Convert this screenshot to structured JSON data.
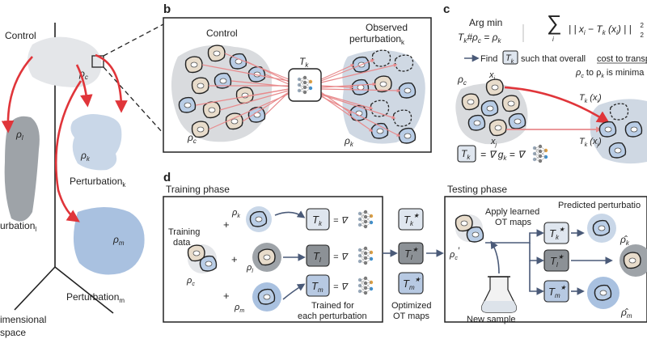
{
  "panel_a": {
    "control_label": "Control",
    "rho_c": "ρ",
    "rho_c_sub": "c",
    "rho_l": "ρ",
    "rho_l_sub": "l",
    "rho_k": "ρ",
    "rho_k_sub": "k",
    "rho_m": "ρ",
    "rho_m_sub": "m",
    "perturbation_k": "Perturbation",
    "perturbation_k_sub": "k",
    "perturbation_l": "urbation",
    "perturbation_l_sub": "l",
    "perturbation_m": "Perturbation",
    "perturbation_m_sub": "m",
    "dimensional": "imensional",
    "space": "space"
  },
  "panel_b": {
    "letter": "b",
    "control_label": "Control",
    "observed": "Observed",
    "perturbation": "perturbation",
    "perturbation_sub": "k",
    "tk": "T",
    "tk_sub": "k",
    "rho_c": "ρ",
    "rho_c_sub": "c",
    "rho_k": "ρ",
    "rho_k_sub": "k"
  },
  "panel_c": {
    "letter": "c",
    "argmin": "Arg min",
    "constraint": "T",
    "constraint_sub": "k",
    "constraint_rest": "#ρ",
    "constraint_rest_sub": "c",
    "constraint_eq": " = ρ",
    "constraint_eq_sub": "k",
    "sum": "∑",
    "sum_index": "i",
    "norm": "| | x",
    "norm_i": "i",
    "norm_minus": " − T",
    "norm_k": "k",
    "norm_x": " (x",
    "norm_close": ") | |",
    "power": "2",
    "power_sub": "2",
    "find": "Find",
    "find_t": "T",
    "find_t_sub": "k",
    "such_that": "such that overall",
    "cost": "cost to transpo",
    "line2": "ρ",
    "line2_sub1": "c",
    "line2_mid": " to ρ",
    "line2_sub2": "k",
    "line2_end": " is minima",
    "rho_c": "ρ",
    "rho_c_sub": "c",
    "xi": "x",
    "xi_sub": "i",
    "xj": "x",
    "xj_sub": "j",
    "tk_xi": "T",
    "tk_xi_k": "k",
    "tk_xi_arg": " (x",
    "tk_xi_i": "i",
    "tk_xi_close": ")",
    "tk_xj": "T",
    "tk_xj_k": "k",
    "tk_xj_arg": " (x",
    "tk_xj_j": "j",
    "tk_xj_close": ")",
    "box_t": "T",
    "box_t_sub": "k",
    "grad_eq": "= ∇ g",
    "grad_sub": "k",
    "grad_eq2": " = ∇"
  },
  "panel_d": {
    "letter": "d",
    "training_phase": "Training phase",
    "testing_phase": "Testing phase",
    "training_data_1": "Training",
    "training_data_2": "data",
    "rho_c": "ρ",
    "rho_c_sub": "c",
    "plus": "+",
    "rho_k": "ρ",
    "rho_k_sub": "k",
    "rho_l": "ρ",
    "rho_l_sub": "l",
    "rho_m": "ρ",
    "rho_m_sub": "m",
    "t": "T",
    "sub_k": "k",
    "sub_l": "l",
    "sub_m": "m",
    "eq_grad": "= ∇",
    "trained_1": "Trained for",
    "trained_2": "each perturbation",
    "star": "★",
    "optimized_1": "Optimized",
    "optimized_2": "OT maps",
    "apply_1": "Apply learned",
    "apply_2": "OT maps",
    "predicted": "Predicted perturbatio",
    "rho_c_prime": "ρ",
    "rho_c_prime_sub": "c",
    "prime": "′",
    "new_sample": "New sample",
    "rho_hat_k": "ρ̂",
    "rho_hat_k_sub": "k",
    "rho_hat_m": "ρ̂",
    "rho_hat_m_sub": "m"
  },
  "colors": {
    "red_arrow": "#e0353a",
    "light_grey_blob": "#e4e6e9",
    "blue_blob": "#a9c1e0",
    "pale_blue_blob": "#c9d7e8",
    "dark_grey_blob": "#9ea3a8",
    "cell_tan": "#e8dccb",
    "cell_blue": "#b9cde6",
    "cell_grey": "#9aa0a6",
    "map_box_light": "#dfe6ef",
    "map_box_dark": "#8c9196",
    "map_box_blue": "#b7c9e2",
    "connector": "#4a5a78"
  }
}
